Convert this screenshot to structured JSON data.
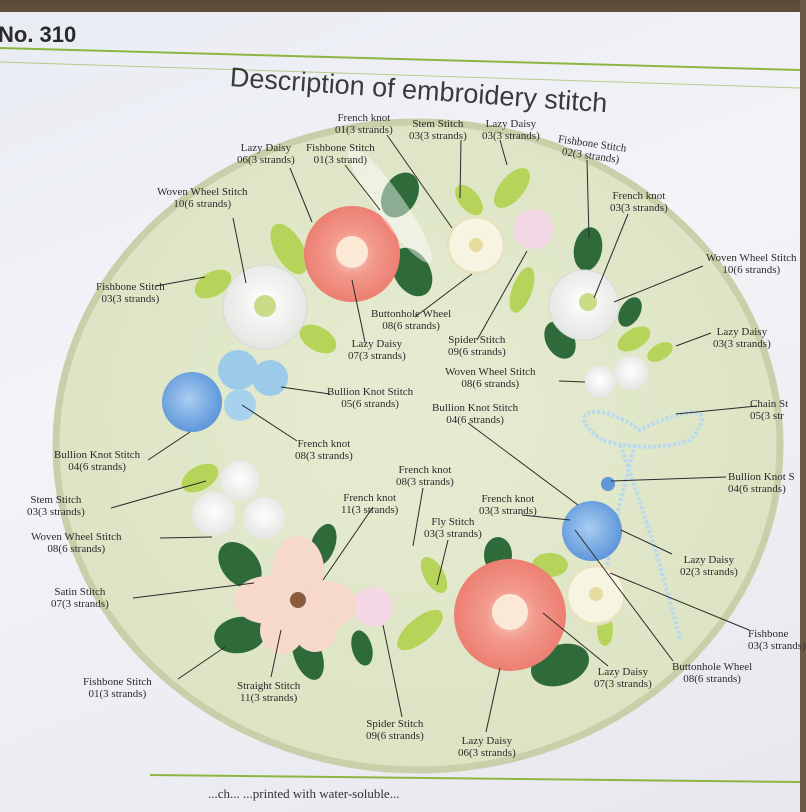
{
  "sheet": {
    "number": "No. 310",
    "title": "Description of embroidery stitch",
    "footer": "...ch... ...printed with water-soluble..."
  },
  "labels": [
    {
      "id": "french-knot-01",
      "name": "French knot",
      "detail": "01(3 strands)"
    },
    {
      "id": "lazy-daisy-06-top",
      "name": "Lazy Daisy",
      "detail": "06(3 strands)"
    },
    {
      "id": "fishbone-01-top",
      "name": "Fishbone Stitch",
      "detail": "01(3 strand)"
    },
    {
      "id": "stem-03-top",
      "name": "Stem Stitch",
      "detail": "03(3 strands)"
    },
    {
      "id": "lazy-daisy-03-top",
      "name": "Lazy Daisy",
      "detail": "03(3 strands)"
    },
    {
      "id": "fishbone-02-top",
      "name": "Fishbone Stitch",
      "detail": "02(3 strands)"
    },
    {
      "id": "woven-wheel-10-left",
      "name": "Woven Wheel Stitch",
      "detail": "10(6 strands)"
    },
    {
      "id": "french-knot-03-right",
      "name": "French knot",
      "detail": "03(3 strands)"
    },
    {
      "id": "woven-wheel-10-right",
      "name": "Woven Wheel Stitch",
      "detail": "10(6 strands)"
    },
    {
      "id": "fishbone-03-left",
      "name": "Fishbone Stitch",
      "detail": "03(3 strands)"
    },
    {
      "id": "buttonhole-08-top",
      "name": "Buttonhole Wheel",
      "detail": "08(6 strands)"
    },
    {
      "id": "lazy-daisy-07-mid",
      "name": "Lazy Daisy",
      "detail": "07(3 strands)"
    },
    {
      "id": "spider-09-mid",
      "name": "Spider Stitch",
      "detail": "09(6 strands)"
    },
    {
      "id": "lazy-daisy-03-right",
      "name": "Lazy Daisy",
      "detail": "03(3 strands)"
    },
    {
      "id": "woven-wheel-08-right",
      "name": "Woven Wheel Stitch",
      "detail": "08(6 strands)"
    },
    {
      "id": "bullion-05",
      "name": "Bullion Knot Stitch",
      "detail": "05(6 strands)"
    },
    {
      "id": "bullion-04-mid",
      "name": "Bullion Knot Stitch",
      "detail": "04(6 strands)"
    },
    {
      "id": "chain-05",
      "name": "Chain St",
      "detail": "05(3 str"
    },
    {
      "id": "french-knot-08-left",
      "name": "French knot",
      "detail": "08(3 strands)"
    },
    {
      "id": "bullion-04-left",
      "name": "Bullion Knot Stitch",
      "detail": "04(6 strands)"
    },
    {
      "id": "bullion-04-right",
      "name": "Bullion Knot S",
      "detail": "04(6 strands)"
    },
    {
      "id": "french-knot-08-center",
      "name": "French knot",
      "detail": "08(3 strands)"
    },
    {
      "id": "stem-03-left",
      "name": "Stem Stitch",
      "detail": "03(3 strands)"
    },
    {
      "id": "french-knot-11",
      "name": "French knot",
      "detail": "11(3 strands)"
    },
    {
      "id": "french-knot-03-lower",
      "name": "French knot",
      "detail": "03(3 strands)"
    },
    {
      "id": "woven-wheel-08-left",
      "name": "Woven Wheel Stitch",
      "detail": "08(6 strands)"
    },
    {
      "id": "fly-03",
      "name": "Fly Stitch",
      "detail": "03(3 strands)"
    },
    {
      "id": "lazy-daisy-02",
      "name": "Lazy Daisy",
      "detail": "02(3 strands)"
    },
    {
      "id": "satin-07",
      "name": "Satin Stitch",
      "detail": "07(3 strands)"
    },
    {
      "id": "fishbone-03-right",
      "name": "Fishbone",
      "detail": "03(3 strands)"
    },
    {
      "id": "lazy-daisy-07-lower",
      "name": "Lazy Daisy",
      "detail": "07(3 strands)"
    },
    {
      "id": "buttonhole-08-lower",
      "name": "Buttonhole Wheel",
      "detail": "08(6 strands)"
    },
    {
      "id": "fishbone-01-bottom",
      "name": "Fishbone Stitch",
      "detail": "01(3 strands)"
    },
    {
      "id": "straight-11",
      "name": "Straight Stitch",
      "detail": "11(3 strands)"
    },
    {
      "id": "spider-09-bottom",
      "name": "Spider Stitch",
      "detail": "09(6 strands)"
    },
    {
      "id": "lazy-daisy-06-bottom",
      "name": "Lazy Daisy",
      "detail": "06(3 strands)"
    }
  ]
}
